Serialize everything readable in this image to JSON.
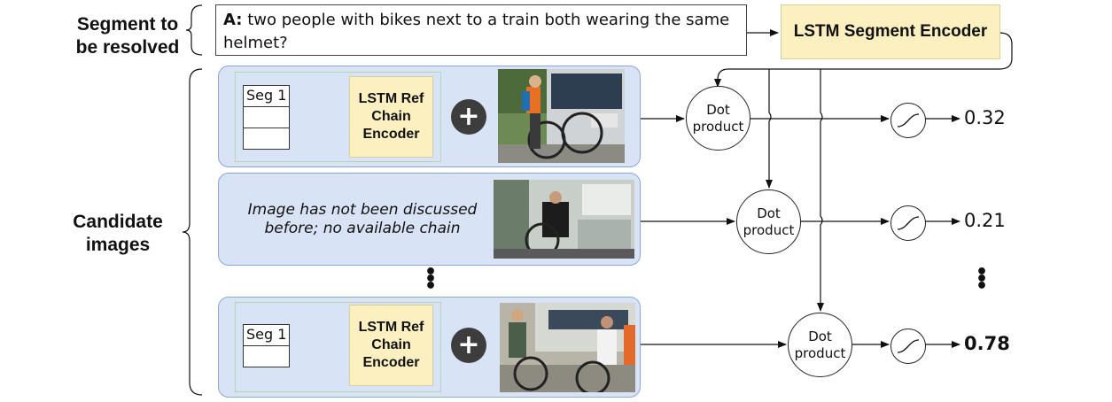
{
  "labels": {
    "segment_to_resolve": [
      "Segment to",
      "be resolved"
    ],
    "candidate_images": [
      "Candidate",
      "images"
    ]
  },
  "segment": {
    "prefix": "A:",
    "text": " two people with bikes next to a train both wearing the same helmet?"
  },
  "segment_encoder": "LSTM Segment Encoder",
  "rows": [
    {
      "chain_cells": [
        "Seg 1",
        "",
        ""
      ],
      "encoder": [
        "LSTM Ref",
        "Chain",
        "Encoder"
      ],
      "plus": "+",
      "node": [
        "Dot",
        "product"
      ],
      "score": "0.32"
    },
    {
      "note": [
        "Image has not been discussed",
        "before; no available chain"
      ],
      "node": [
        "Dot",
        "product"
      ],
      "score": "0.21"
    },
    {
      "chain_cells": [
        "Seg 1",
        ""
      ],
      "encoder": [
        "LSTM Ref",
        "Chain",
        "Encoder"
      ],
      "plus": "+",
      "node": [
        "Dot",
        "product"
      ],
      "score": "0.78"
    }
  ],
  "ellipsis": "⋮",
  "icons": {
    "plus": "plus-circle-icon",
    "sigmoid": "sigmoid-icon"
  }
}
